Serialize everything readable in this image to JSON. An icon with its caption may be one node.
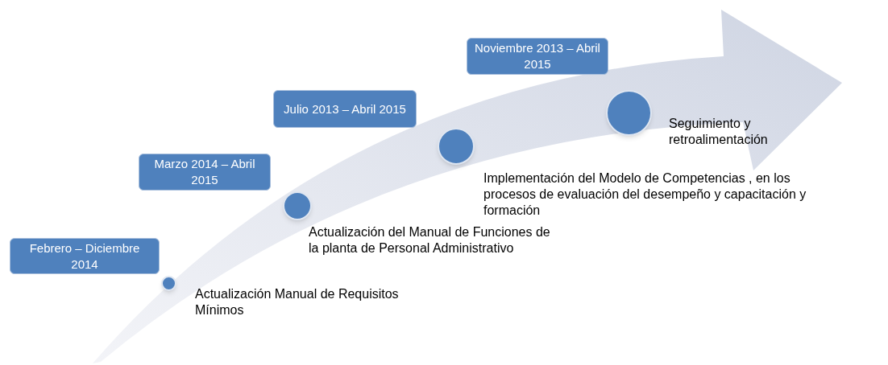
{
  "diagram": {
    "nodes": [
      {
        "text": [
          "Febrero – Diciembre 2014"
        ]
      },
      {
        "text": [],
        "shape": "circle",
        "beside": [
          "Actualización Manual de Requisitos Mínimos"
        ]
      },
      {
        "text": [
          "Marzo 2014 – Abril 2015"
        ]
      },
      {
        "text": [],
        "shape": "circle",
        "beside": [
          "Actualización del Manual de Funciones  de  la planta de Personal Administrativo"
        ]
      },
      {
        "text": [
          "Julio 2013 – Abril 2015"
        ]
      },
      {
        "text": [],
        "shape": "circle",
        "beside": [
          "Implementación del Modelo de Competencias , en los procesos de evaluación del desempeño  y capacitación y formación"
        ]
      },
      {
        "text": [
          "Noviembre 2013 – Abril 2015"
        ]
      },
      {
        "text": [],
        "shape": "circle",
        "beside": [
          "Seguimiento y retroalimentación"
        ]
      }
    ]
  }
}
